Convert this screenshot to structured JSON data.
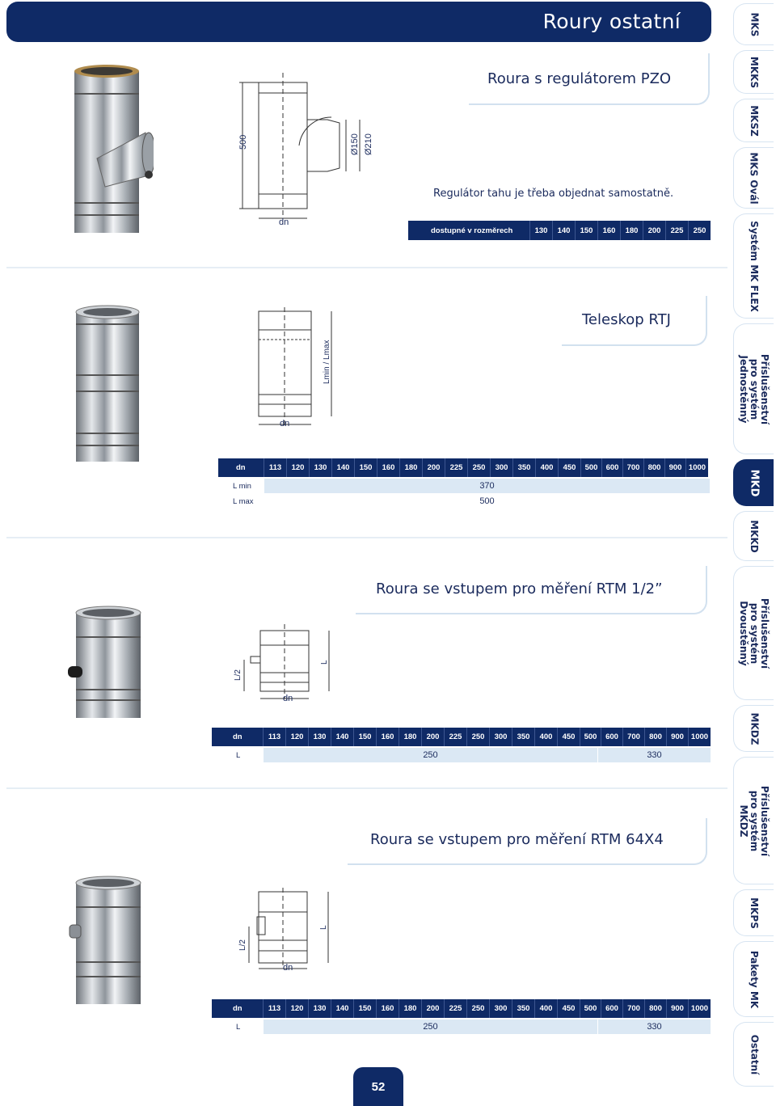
{
  "header": {
    "title": "Roury ostatní"
  },
  "side_tabs": [
    {
      "label": "MKS"
    },
    {
      "label": "MKKS"
    },
    {
      "label": "MKSZ"
    },
    {
      "label": "MKS Ovál"
    },
    {
      "label": "Systém MK FLEX"
    },
    {
      "label": "Příslušenství pro systém Jednostěnný"
    },
    {
      "label": "MKD"
    },
    {
      "label": "MKKD"
    },
    {
      "label": "Příslušenství pro systém Dvoustěnný"
    },
    {
      "label": "MKDZ"
    },
    {
      "label": "Příslušenství pro systém MKDZ"
    },
    {
      "label": "MKPS"
    },
    {
      "label": "Pakety MK"
    },
    {
      "label": "Ostatní"
    }
  ],
  "section1": {
    "title": "Roura s regulátorem PZO",
    "note": "Regulátor tahu je třeba objednat samostatně.",
    "drawing": {
      "height": "500",
      "dn": "dn",
      "d1": "Ø150",
      "d2": "Ø210"
    },
    "table": {
      "header": "dostupné v rozměrech",
      "sizes": [
        "130",
        "140",
        "150",
        "160",
        "180",
        "200",
        "225",
        "250"
      ]
    }
  },
  "section2": {
    "title": "Teleskop RTJ",
    "drawing": {
      "dn": "dn",
      "length": "Lmin / Lmax"
    },
    "table": {
      "header": "dn",
      "sizes": [
        "113",
        "120",
        "130",
        "140",
        "150",
        "160",
        "180",
        "200",
        "225",
        "250",
        "300",
        "350",
        "400",
        "450",
        "500",
        "600",
        "700",
        "800",
        "900",
        "1000"
      ],
      "rows": [
        {
          "label": "L min",
          "value": "370"
        },
        {
          "label": "L max",
          "value": "500"
        }
      ]
    }
  },
  "section3": {
    "title": "Roura se vstupem pro měření RTM 1/2”",
    "drawing": {
      "dn": "dn",
      "half": "L/2",
      "length": "L"
    },
    "table": {
      "header": "dn",
      "sizes": [
        "113",
        "120",
        "130",
        "140",
        "150",
        "160",
        "180",
        "200",
        "225",
        "250",
        "300",
        "350",
        "400",
        "450",
        "500",
        "600",
        "700",
        "800",
        "900",
        "1000"
      ],
      "row_label": "L",
      "values": [
        "250",
        "330"
      ]
    }
  },
  "section4": {
    "title": "Roura se vstupem pro měření RTM 64X4",
    "drawing": {
      "dn": "dn",
      "half": "L/2",
      "length": "L"
    },
    "table": {
      "header": "dn",
      "sizes": [
        "113",
        "120",
        "130",
        "140",
        "150",
        "160",
        "180",
        "200",
        "225",
        "250",
        "300",
        "350",
        "400",
        "450",
        "500",
        "600",
        "700",
        "800",
        "900",
        "1000"
      ],
      "row_label": "L",
      "values": [
        "250",
        "330"
      ]
    }
  },
  "page_number": "52"
}
